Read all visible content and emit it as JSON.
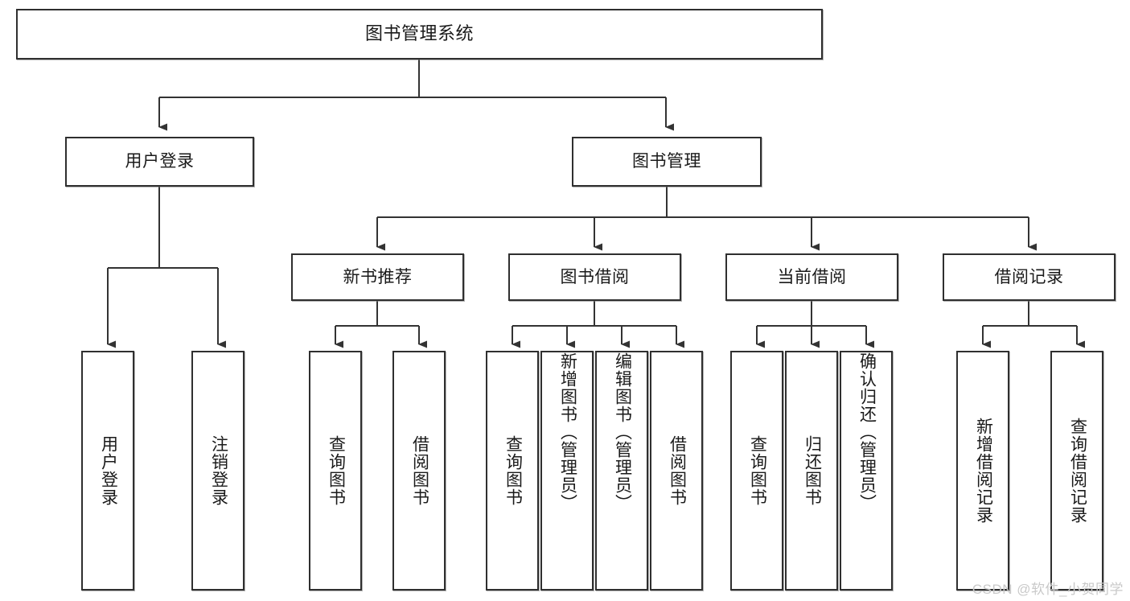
{
  "diagram": {
    "type": "tree",
    "title": "图书管理系统",
    "watermark": "CSDN @软件_小贺同学",
    "colors": {
      "node_border": "#2f2f2f",
      "node_fill": "#ffffff",
      "connector": "#333333",
      "text": "#1a1a1a",
      "watermark": "#c9c9c9"
    },
    "levels": {
      "root": {
        "label": "图书管理系统"
      },
      "level2": [
        {
          "label": "用户登录"
        },
        {
          "label": "图书管理"
        }
      ],
      "level3": [
        {
          "label": "新书推荐"
        },
        {
          "label": "图书借阅"
        },
        {
          "label": "当前借阅"
        },
        {
          "label": "借阅记录"
        }
      ],
      "leaves": {
        "user_login": [
          {
            "label": "用户登录"
          },
          {
            "label": "注销登录"
          }
        ],
        "new_book": [
          {
            "label": "查询图书"
          },
          {
            "label": "借阅图书"
          }
        ],
        "book_borrow": [
          {
            "label": "查询图书"
          },
          {
            "label": "新增图书（管理员）"
          },
          {
            "label": "编辑图书（管理员）"
          },
          {
            "label": "借阅图书"
          }
        ],
        "current_borrow": [
          {
            "label": "查询图书"
          },
          {
            "label": "归还图书"
          },
          {
            "label": "确认归还（管理员）"
          }
        ],
        "borrow_record": [
          {
            "label": "新增借阅记录"
          },
          {
            "label": "查询借阅记录"
          }
        ]
      }
    }
  }
}
